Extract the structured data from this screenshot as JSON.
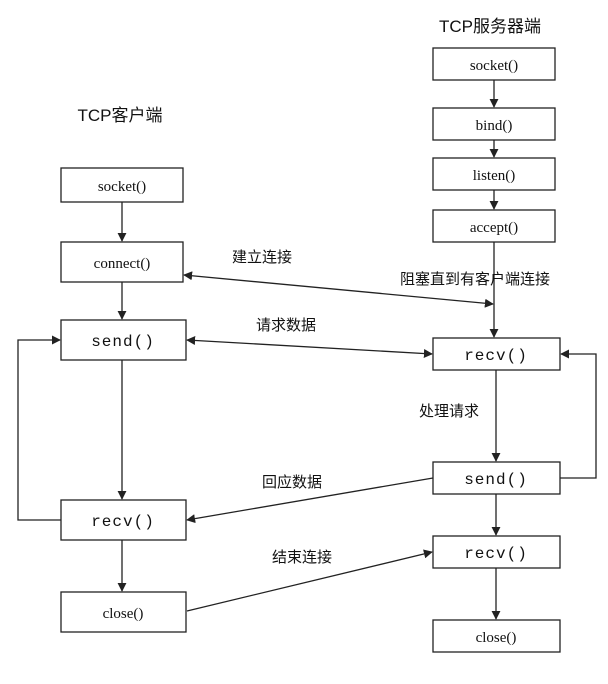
{
  "client": {
    "title": "TCP客户端",
    "socket": "socket()",
    "connect": "connect()",
    "send": "send()",
    "recv": "recv()",
    "close": "close()"
  },
  "server": {
    "title": "TCP服务器端",
    "socket": "socket()",
    "bind": "bind()",
    "listen": "listen()",
    "accept": "accept()",
    "recv": "recv()",
    "send": "send()",
    "recv_end": "recv()",
    "close": "close()"
  },
  "labels": {
    "establish": "建立连接",
    "blocked": "阻塞直到有客户端连接",
    "request": "请求数据",
    "process": "处理请求",
    "response": "回应数据",
    "end": "结束连接"
  }
}
